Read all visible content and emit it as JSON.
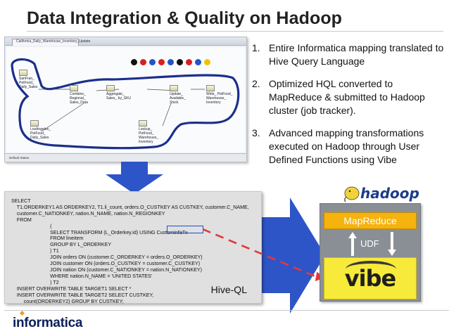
{
  "title": "Data Integration & Quality on Hadoop",
  "screenshot": {
    "tab_label": "California_Daily_Warehouse_Inventory_Update",
    "status_text": "Default Status",
    "nodes": [
      {
        "label": "SanFran_ PetFood_ Daily_Sales"
      },
      {
        "label": "LosAngeles_ PetFood_ Daily_Sales"
      },
      {
        "label": "Combine_ Regional_ Sales_Data"
      },
      {
        "label": "Aggregate_ Sales_ by_SKU"
      },
      {
        "label": "Update_ Available_ Stock"
      },
      {
        "label": "Write_ PetFood_ Warehouse_ Inventory"
      },
      {
        "label": "Lookup_ PetFood_ Warehouse_ Inventory"
      }
    ],
    "dot_colors": [
      "#111111",
      "#d92020",
      "#2454c6",
      "#d92020",
      "#2454c6",
      "#111111",
      "#d92020",
      "#2454c6",
      "#f2c200"
    ]
  },
  "bullets": [
    {
      "num": "1.",
      "text": "Entire Informatica mapping translated to Hive Query Language"
    },
    {
      "num": "2.",
      "text": "Optimized HQL converted to MapReduce & submitted to Hadoop cluster (job tracker)."
    },
    {
      "num": "3.",
      "text": "Advanced mapping transformations executed on Hadoop through User Defined Functions using Vibe"
    }
  ],
  "code": {
    "lines": [
      "SELECT",
      "    T1.ORDERKEY1 AS ORDERKEY2, T1.li_count, orders.O_CUSTKEY AS CUSTKEY, customer.C_NAME,",
      "    customer.C_NATIONKEY, nation.N_NAME, nation.N_REGIONKEY",
      "    FROM",
      "                            (",
      "                            SELECT TRANSFORM (L_Orderkey.id) USING CustomInfaTx",
      "                            FROM lineitem",
      "                            GROUP BY L_ORDERKEY",
      "                            ) T1",
      "                            JOIN orders ON (customer.C_ORDERKEY = orders.O_ORDERKEY)",
      "                            JOIN customer ON (orders.O_CUSTKEY = customer.C_CUSTKEY)",
      "                            JOIN nation ON (customer.C_NATIONKEY = nation.N_NATIONKEY)",
      "                            WHERE nation.N_NAME = 'UNITED STATES'",
      "                            ) T2",
      "    INSERT OVERWRITE TABLE TARGET1 SELECT *",
      "    INSERT OVERWRITE TABLE TARGET2 SELECT CUSTKEY,",
      "         count(ORDERKEY2) GROUP BY CUSTKEY;"
    ],
    "label": "Hive-QL"
  },
  "hadoop": {
    "logo_text": "hadoop",
    "mapreduce": "MapReduce",
    "udf": "UDF",
    "vibe": "vibe"
  },
  "footer": {
    "logo": "informatica"
  },
  "colors": {
    "arrow_blue": "#2e55c8",
    "mapreduce_orange": "#f6b20d",
    "vibe_yellow": "#f7ea3a",
    "panel_gray": "#8a8f96",
    "dashed_red": "#e23a3a",
    "flow_outline": "#1b2f8c"
  }
}
